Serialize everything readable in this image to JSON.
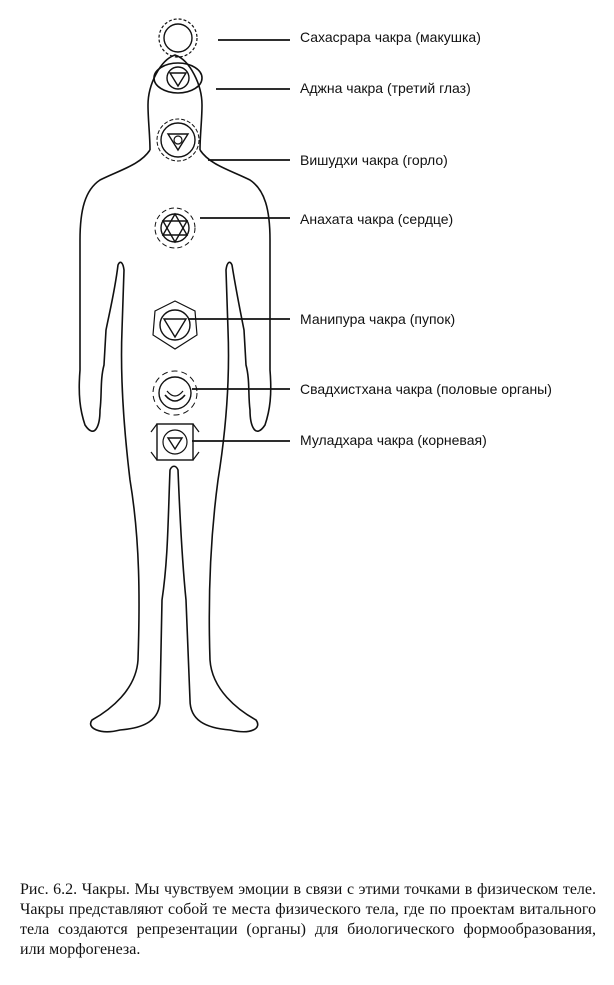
{
  "chakras": [
    {
      "label": "Сахасрара чакра (макушка)"
    },
    {
      "label": "Аджна чакра (третий глаз)"
    },
    {
      "label": "Вишудхи чакра (горло)"
    },
    {
      "label": "Анахата чакра (сердце)"
    },
    {
      "label": "Манипура чакра (пупок)"
    },
    {
      "label": "Свадхистхана чакра (половые органы)"
    },
    {
      "label": "Муладхара чакра (корневая)"
    }
  ],
  "caption": "Рис. 6.2. Чакры. Мы чувствуем эмоции в связи с этими точками в физическом теле. Чакры представляют собой те места физического тела, где по проектам витального тела создаются репрезентации (органы) для биологического формообразования, или морфогенеза."
}
